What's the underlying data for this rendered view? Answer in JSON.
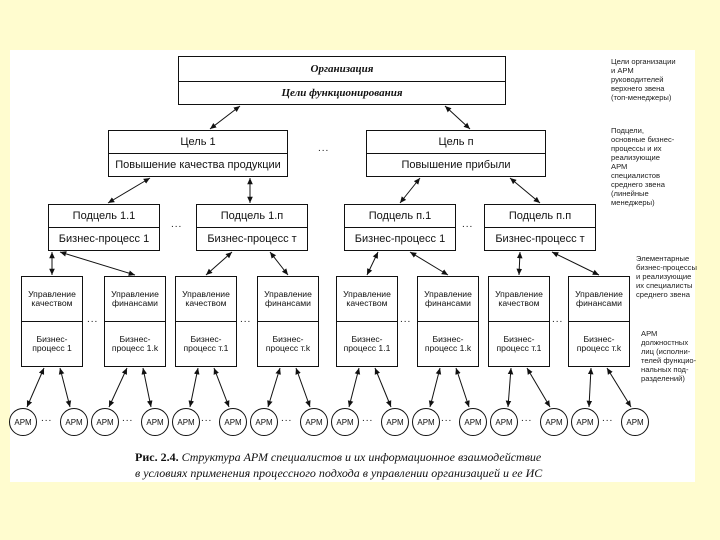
{
  "top": {
    "org": "Организация",
    "goals": "Цели функционирования"
  },
  "goals": [
    {
      "title": "Цель 1",
      "text": "Повышение качества продукции"
    },
    {
      "title": "Цель п",
      "text": "Повышение прибыли"
    }
  ],
  "subgoals": [
    {
      "title": "Подцель 1.1",
      "bp": "Бизнес-процесс 1"
    },
    {
      "title": "Подцель 1.п",
      "bp": "Бизнес-процесс т"
    },
    {
      "title": "Подцель п.1",
      "bp": "Бизнес-процесс 1"
    },
    {
      "title": "Подцель п.п",
      "bp": "Бизнес-процесс т"
    }
  ],
  "units": [
    {
      "dept": "Управление качеством",
      "proc": "Бизнес-процесс 1"
    },
    {
      "dept": "Управление финансами",
      "proc": "Бизнес-процесс 1.k"
    },
    {
      "dept": "Управление качеством",
      "proc": "Бизнес-процесс т.1"
    },
    {
      "dept": "Управление финансами",
      "proc": "Бизнес-процесс т.k"
    },
    {
      "dept": "Управление качеством",
      "proc": "Бизнес-процесс 1.1"
    },
    {
      "dept": "Управление финансами",
      "proc": "Бизнес-процесс 1.k"
    },
    {
      "dept": "Управление качеством",
      "proc": "Бизнес-процесс т.1"
    },
    {
      "dept": "Управление финансами",
      "proc": "Бизнес-процесс т.k"
    }
  ],
  "arm_label": "АРМ",
  "dots": "...",
  "side_notes": [
    "Цели организации\nи АРМ\nруководителей\nверхнего звена\n(топ-менеджеры)",
    "Подцели,\nосновные бизнес-\nпроцессы и их\nреализующие\nАРМ\nспециалистов\nсреднего звена\n(линейные\nменеджеры)",
    "Элементарные\nбизнес-процессы\nи реализующие\nих специалисты\nсреднего звена",
    "АРМ\nдолжностных\nлиц (исполни-\nтелей функцио-\nнальных под-\nразделений)"
  ],
  "caption": {
    "label": "Рис. 2.4.",
    "line1": "Структура АРМ специалистов и их информационное взаимодействие",
    "line2": "в условиях применения процессного подхода в управлении организацией и ее ИС"
  }
}
